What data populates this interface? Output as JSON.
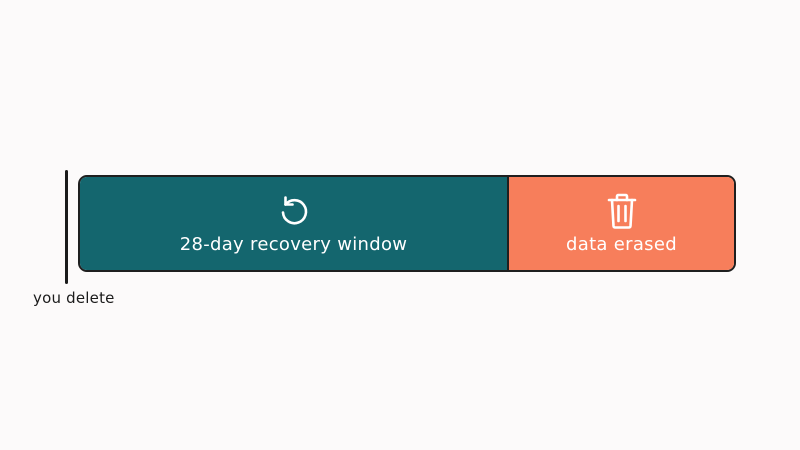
{
  "marker": {
    "label": "you delete"
  },
  "segments": [
    {
      "label": "28-day recovery window",
      "icon": "undo-icon",
      "color": "#14666e"
    },
    {
      "label": "data erased",
      "icon": "trash-icon",
      "color": "#f77e5b"
    }
  ],
  "colors": {
    "background": "#fcfafa",
    "outline": "#1f1f1f",
    "text_on_segment": "#ffffff"
  }
}
